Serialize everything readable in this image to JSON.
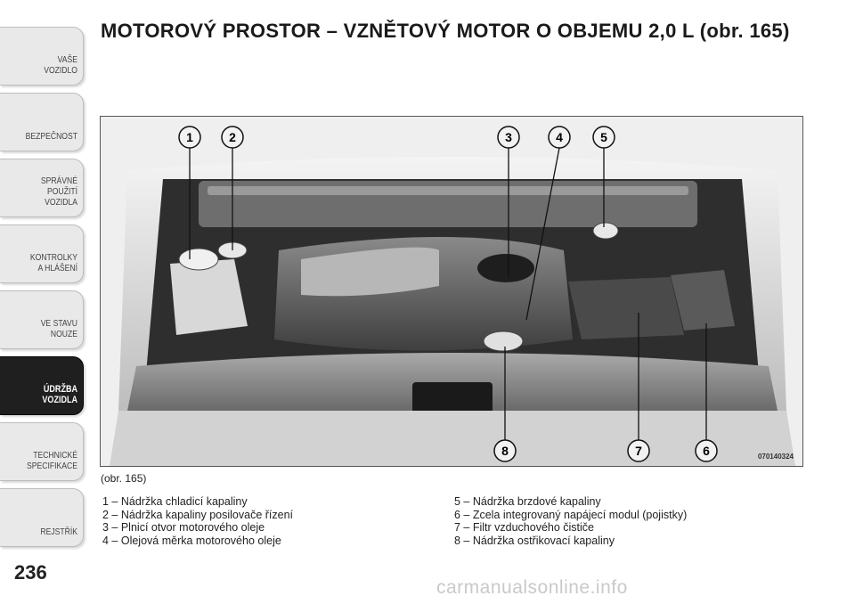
{
  "sidebar": {
    "tabs": [
      {
        "label": "VAŠE\nVOZIDLO",
        "active": false
      },
      {
        "label": "BEZPEČNOST",
        "active": false
      },
      {
        "label": "SPRÁVNÉ\nPOUŽITÍ\nVOZIDLA",
        "active": false
      },
      {
        "label": "KONTROLKY\nA HLÁŠENÍ",
        "active": false
      },
      {
        "label": "VE STAVU\nNOUZE",
        "active": false
      },
      {
        "label": "ÚDRŽBA\nVOZIDLA",
        "active": true
      },
      {
        "label": "TECHNICKÉ\nSPECIFIKACE",
        "active": false
      },
      {
        "label": "REJSTŘÍK",
        "active": false
      }
    ],
    "page_number": "236"
  },
  "title": "MOTOROVÝ PROSTOR – VZNĚTOVÝ MOTOR O OBJEMU 2,0 L (obr.  165)",
  "figure": {
    "callouts": [
      "1",
      "2",
      "3",
      "4",
      "5",
      "6",
      "7",
      "8"
    ],
    "code": "070140324"
  },
  "caption": "(obr. 165)",
  "legend": {
    "left": [
      "1 – Nádržka chladicí kapaliny",
      "2 – Nádržka kapaliny posilovače řízení",
      "3 – Plnicí otvor motorového oleje",
      "4 – Olejová měrka motorového oleje"
    ],
    "right": [
      "5 – Nádržka brzdové kapaliny",
      "6 – Zcela integrovaný napájecí modul (pojistky)",
      "7 – Filtr vzduchového čističe",
      "8 – Nádržka ostřikovací kapaliny"
    ]
  },
  "watermark": "carmanualsonline.info"
}
